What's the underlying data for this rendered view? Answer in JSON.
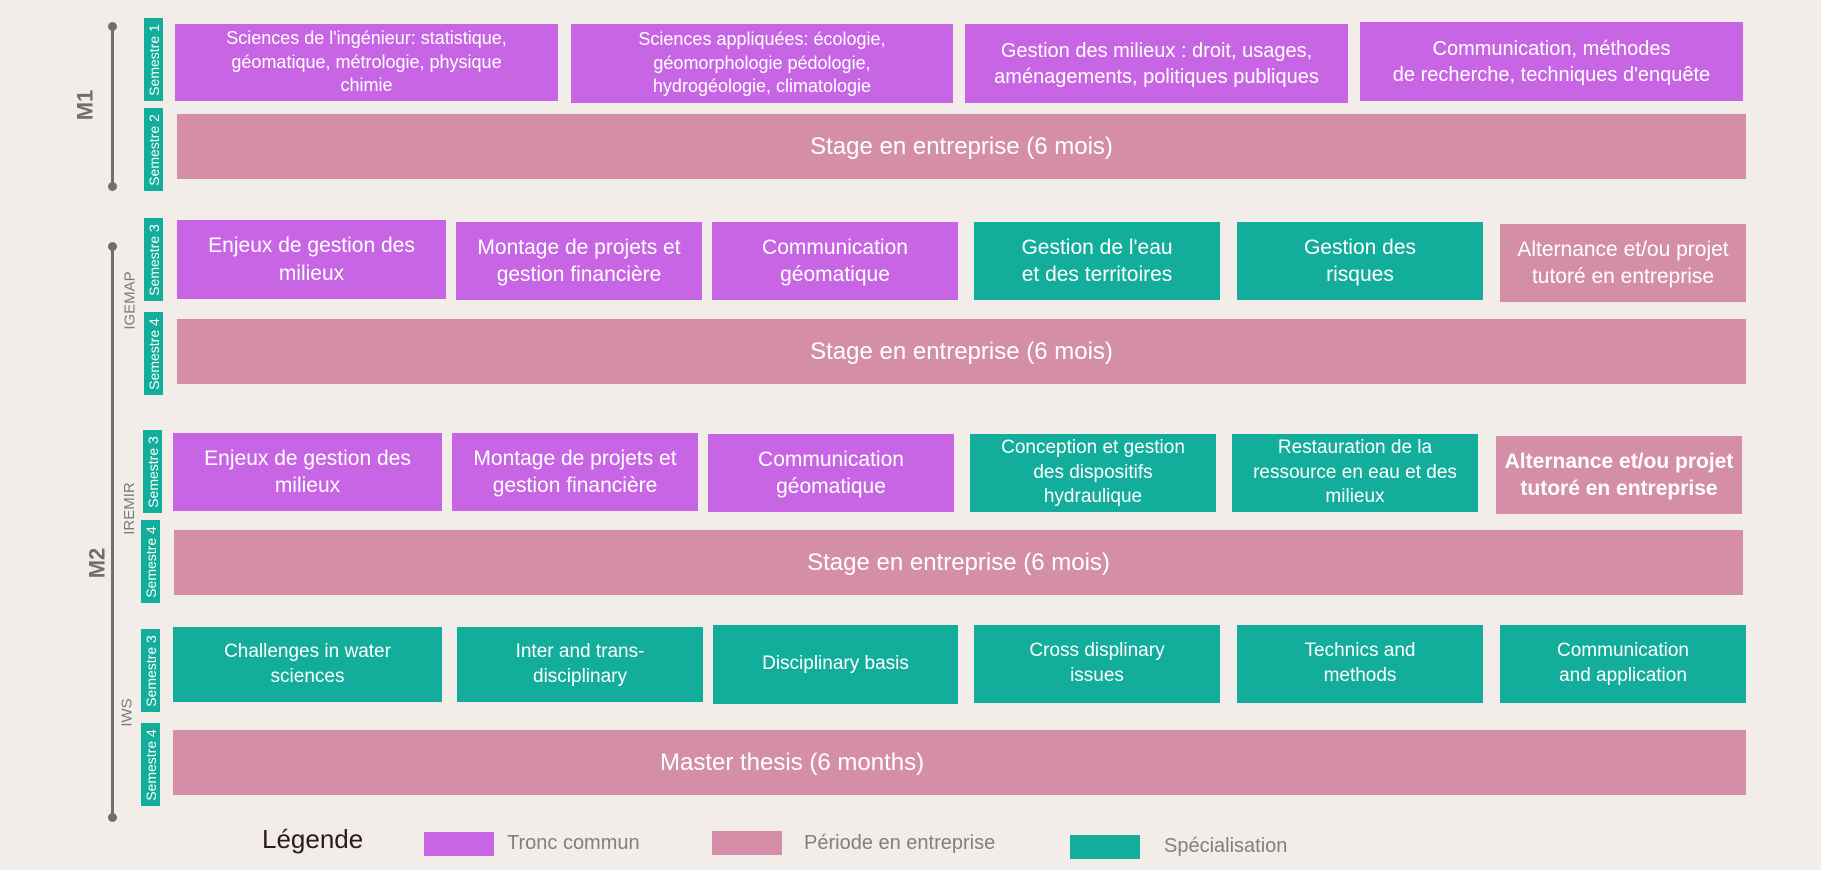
{
  "years": {
    "m1": "M1",
    "m2": "M2"
  },
  "tracks": {
    "igemap": "IGEMAP",
    "iremir": "IREMIR",
    "iws": "IWS"
  },
  "semesters": {
    "s1": "Semestre 1",
    "s2": "Semestre 2",
    "s3": "Semestre 3",
    "s4": "Semestre 4"
  },
  "m1": {
    "s1": [
      "Sciences de l'ingénieur: statistique,\ngéomatique, métrologie, physique\nchimie",
      "Sciences appliquées: écologie,\ngéomorphologie pédologie,\nhydrogéologie, climatologie",
      "Gestion des milieux : droit, usages,\naménagements, politiques publiques",
      "Communication, méthodes\nde recherche, techniques d'enquête"
    ],
    "s2": "Stage en entreprise (6 mois)"
  },
  "igemap": {
    "s3": [
      "Enjeux de gestion des\nmilieux",
      "Montage de projets et\ngestion financière",
      "Communication\ngéomatique",
      "Gestion de l'eau\net des territoires",
      "Gestion des\nrisques",
      "Alternance et/ou projet\ntutoré en entreprise"
    ],
    "s4": "Stage en entreprise (6 mois)"
  },
  "iremir": {
    "s3": [
      "Enjeux de gestion des\nmilieux",
      "Montage de projets et\ngestion financière",
      "Communication\ngéomatique",
      "Conception et gestion\ndes dispositifs\nhydraulique",
      "Restauration de la\nressource en eau et des\nmilieux",
      "Alternance et/ou projet\ntutoré en entreprise"
    ],
    "s4": "Stage en entreprise (6 mois)"
  },
  "iws": {
    "s3": [
      "Challenges in water\nsciences",
      "Inter and trans-\ndisciplinary",
      "Disciplinary basis",
      "Cross displinary\nissues",
      "Technics and\nmethods",
      "Communication\nand application"
    ],
    "s4": "Master thesis (6 months)"
  },
  "legend": {
    "title": "Légende",
    "items": [
      "Tronc commun",
      "Période en entreprise",
      "Spécialisation"
    ]
  },
  "colors": {
    "tronc_commun": "#c865e5",
    "periode_entreprise": "#d58ea8",
    "specialisation": "#12ad9b",
    "background": "#f2ede9"
  }
}
